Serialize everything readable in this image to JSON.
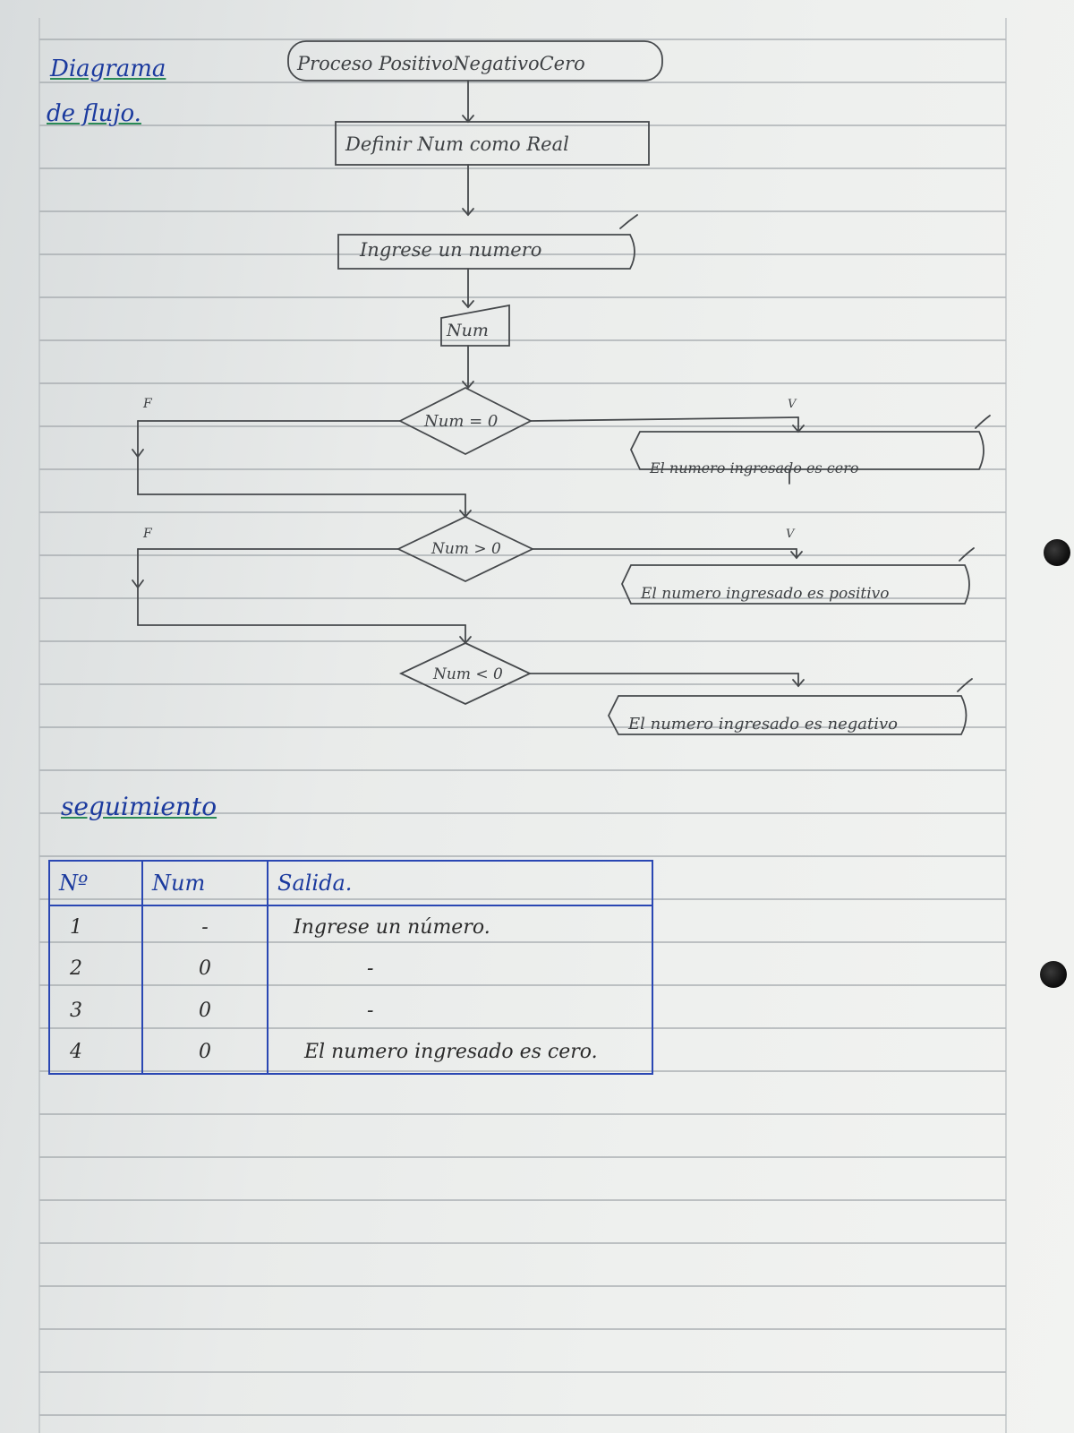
{
  "margin_labels": {
    "title_line1": "Diagrama",
    "title_line2": "de flujo."
  },
  "flowchart": {
    "start": "Proceso PositivoNegativoCero",
    "define": "Definir Num como Real",
    "prompt": "Ingrese un numero",
    "read": "Num",
    "decisions": [
      {
        "condition": "Num = 0",
        "false_label": "F",
        "true_label": "V",
        "output": "El numero ingresado es cero"
      },
      {
        "condition": "Num > 0",
        "false_label": "F",
        "true_label": "V",
        "output": "El numero ingresado es positivo"
      },
      {
        "condition": "Num < 0",
        "output": "El numero ingresado es negativo"
      }
    ]
  },
  "trace": {
    "heading": "seguimiento",
    "columns": [
      "Nº",
      "Num",
      "Salida."
    ],
    "rows": [
      {
        "n": "1",
        "num": "-",
        "out": "Ingrese un número."
      },
      {
        "n": "2",
        "num": "0",
        "out": "-"
      },
      {
        "n": "3",
        "num": "0",
        "out": "-"
      },
      {
        "n": "4",
        "num": "0",
        "out": "El numero ingresado es cero."
      }
    ]
  },
  "colors": {
    "ink_blue": "#1b3a9e",
    "pencil_gray": "#4e5154",
    "rule_line": "#9ea4a8"
  }
}
